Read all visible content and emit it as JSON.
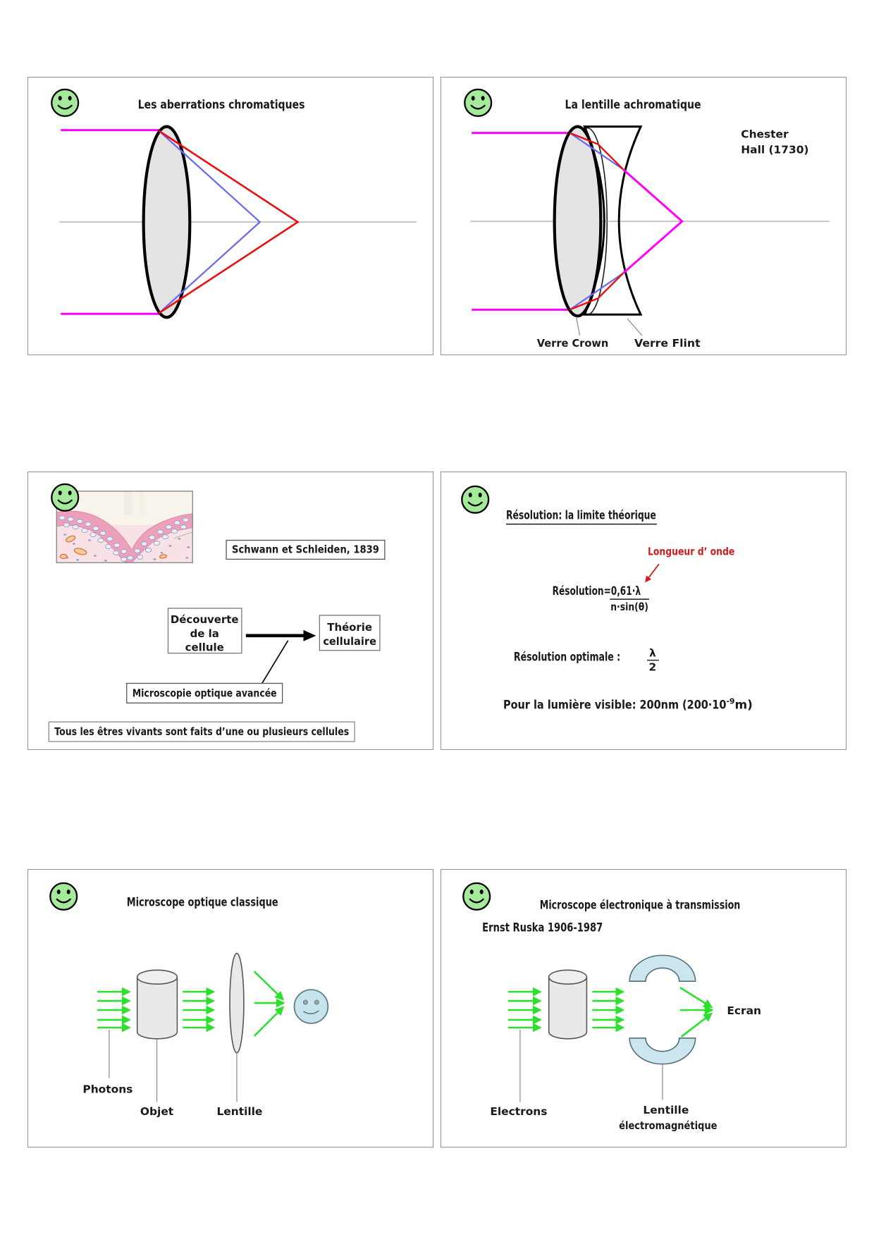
{
  "page": {
    "background": "#ffffff",
    "description": "Sheet of six course slides, 2 columns x 3 rows, optics and microscopy (French)"
  },
  "colors": {
    "magenta_ray": "#ff00ff",
    "red_ray": "#ea0f0f",
    "blue_ray": "#6b6bf0",
    "green_arrow": "#2ee02e",
    "smiley_green": "#a5ea9b",
    "eye_face_blue": "#c7e4ee",
    "em_lens_blue": "#cbe6ee",
    "lens_gray": "#e4e4e4",
    "annotation_red": "#cf1d1d",
    "slide_border": "#929292"
  },
  "icons": {
    "smiley": "green-smiley-face",
    "eye_face": "blue-observer-eye-face"
  },
  "slides": {
    "s1": {
      "title": "Les aberrations chromatiques"
    },
    "s2": {
      "title": "La lentille achromatique",
      "credit1": "Chester",
      "credit2": "Hall (1730)",
      "crown": "Verre Crown",
      "flint": "Verre Flint"
    },
    "s3": {
      "caption": "Schwann et Schleiden, 1839",
      "discovery": [
        "Découverte",
        "de la",
        "cellule"
      ],
      "theory": [
        "Théorie",
        "cellulaire"
      ],
      "microscopy": "Microscopie optique avancée",
      "statement": "Tous les êtres vivants sont faits d’une ou plusieurs cellules"
    },
    "s4": {
      "title": "Résolution: la limite théorique",
      "wavelength": "Longueur d’ onde",
      "formula": "Résolution=0,61·λ",
      "denominator": "n·sin(θ)",
      "optimal": "Résolution optimale :",
      "optimal_num": "λ",
      "optimal_den": "2",
      "visible_main": "Pour la lumière visible: 200nm (200·10",
      "visible_sup": "-9",
      "visible_end": "m)"
    },
    "s5": {
      "title": "Microscope optique classique",
      "photons": "Photons",
      "objet": "Objet",
      "lentille": "Lentille"
    },
    "s6": {
      "title": "Microscope électronique à transmission",
      "subtitle": "Ernst Ruska 1906-1987",
      "electrons": "Electrons",
      "lens1": "Lentille",
      "lens2": "électromagnétique",
      "ecran": "Ecran"
    }
  }
}
